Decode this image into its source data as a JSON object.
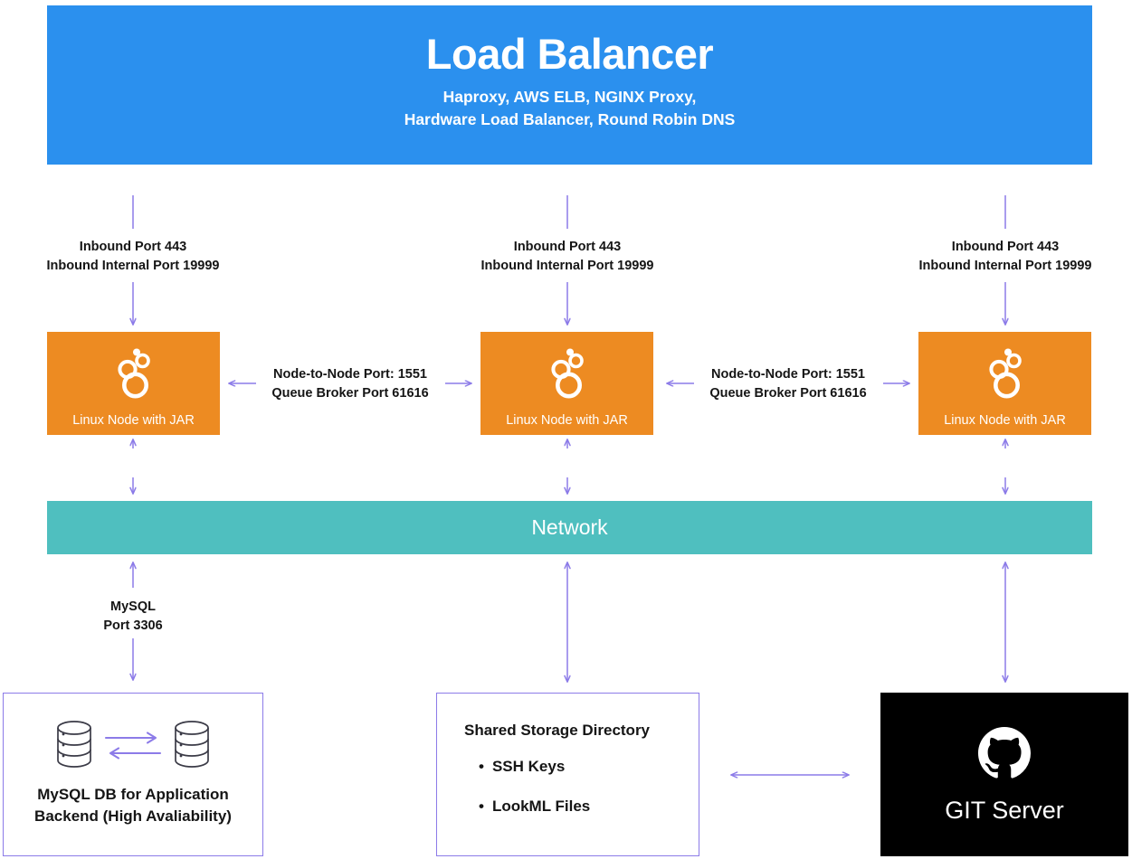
{
  "diagram": {
    "load_balancer": {
      "title": "Load Balancer",
      "subtitle_line1": "Haproxy, AWS ELB, NGINX Proxy,",
      "subtitle_line2": "Hardware Load Balancer, Round Robin DNS",
      "color": "#2B90EE"
    },
    "inbound_labels": [
      {
        "line1": "Inbound Port 443",
        "line2": "Inbound Internal Port 19999"
      },
      {
        "line1": "Inbound Port 443",
        "line2": "Inbound Internal Port 19999"
      },
      {
        "line1": "Inbound Port 443",
        "line2": "Inbound Internal Port 19999"
      }
    ],
    "nodes": [
      {
        "label": "Linux Node with JAR",
        "icon": "looker-icon",
        "color": "#ED8B22"
      },
      {
        "label": "Linux Node with JAR",
        "icon": "looker-icon",
        "color": "#ED8B22"
      },
      {
        "label": "Linux Node with JAR",
        "icon": "looker-icon",
        "color": "#ED8B22"
      }
    ],
    "node_links": [
      {
        "line1": "Node-to-Node Port: 1551",
        "line2": "Queue Broker Port 61616"
      },
      {
        "line1": "Node-to-Node Port: 1551",
        "line2": "Queue Broker Port 61616"
      }
    ],
    "network": {
      "label": "Network",
      "color": "#4FBFBF"
    },
    "mysql_link": {
      "line1": "MySQL",
      "line2": "Port 3306"
    },
    "database_box": {
      "caption_line1": "MySQL DB for Application",
      "caption_line2": "Backend (High Avaliability)",
      "icon_left": "database-cylinder-icon",
      "icon_right": "database-cylinder-icon",
      "border_color": "#8C7BE8"
    },
    "storage_box": {
      "title": "Shared Storage Directory",
      "items": [
        "SSH Keys",
        "LookML Files"
      ],
      "border_color": "#8C7BE8"
    },
    "git_box": {
      "label": "GIT Server",
      "icon": "github-octocat-icon",
      "background": "#000000"
    },
    "arrow_color": "#8C7BE8"
  }
}
